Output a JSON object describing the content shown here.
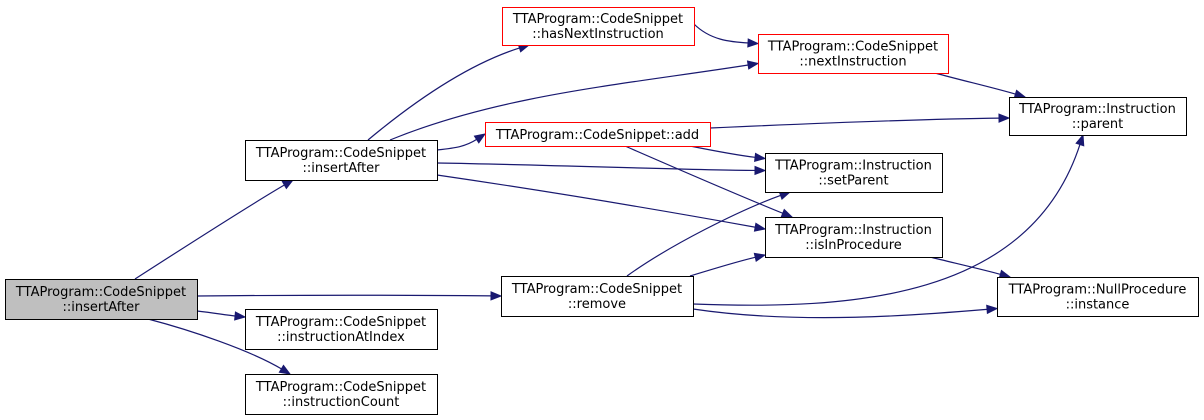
{
  "colors": {
    "edge": "#191970",
    "node_border": "#000000",
    "highlight_border": "#ff0000",
    "focus_fill": "#bfbfbf",
    "node_fill": "#ffffff"
  },
  "nodes": {
    "root": {
      "line1": "TTAProgram::CodeSnippet",
      "line2": "::insertAfter",
      "style": "focus"
    },
    "insertAfter2": {
      "line1": "TTAProgram::CodeSnippet",
      "line2": "::insertAfter",
      "style": "normal"
    },
    "instructionAtIndex": {
      "line1": "TTAProgram::CodeSnippet",
      "line2": "::instructionAtIndex",
      "style": "normal"
    },
    "instructionCount": {
      "line1": "TTAProgram::CodeSnippet",
      "line2": "::instructionCount",
      "style": "normal"
    },
    "hasNextInstruction": {
      "line1": "TTAProgram::CodeSnippet",
      "line2": "::hasNextInstruction",
      "style": "highlight"
    },
    "add": {
      "line1": "TTAProgram::CodeSnippet::add",
      "line2": "",
      "style": "highlight"
    },
    "remove": {
      "line1": "TTAProgram::CodeSnippet",
      "line2": "::remove",
      "style": "normal"
    },
    "nextInstruction": {
      "line1": "TTAProgram::CodeSnippet",
      "line2": "::nextInstruction",
      "style": "highlight"
    },
    "setParent": {
      "line1": "TTAProgram::Instruction",
      "line2": "::setParent",
      "style": "normal"
    },
    "isInProcedure": {
      "line1": "TTAProgram::Instruction",
      "line2": "::isInProcedure",
      "style": "normal"
    },
    "parent": {
      "line1": "TTAProgram::Instruction",
      "line2": "::parent",
      "style": "normal"
    },
    "nullProcInstance": {
      "line1": "TTAProgram::NullProcedure",
      "line2": "::instance",
      "style": "normal"
    }
  },
  "edges": [
    [
      "root",
      "insertAfter2"
    ],
    [
      "root",
      "remove"
    ],
    [
      "root",
      "instructionAtIndex"
    ],
    [
      "root",
      "instructionCount"
    ],
    [
      "insertAfter2",
      "hasNextInstruction"
    ],
    [
      "insertAfter2",
      "nextInstruction"
    ],
    [
      "insertAfter2",
      "add"
    ],
    [
      "insertAfter2",
      "setParent"
    ],
    [
      "insertAfter2",
      "isInProcedure"
    ],
    [
      "hasNextInstruction",
      "nextInstruction"
    ],
    [
      "nextInstruction",
      "parent"
    ],
    [
      "add",
      "parent"
    ],
    [
      "add",
      "setParent"
    ],
    [
      "add",
      "isInProcedure"
    ],
    [
      "remove",
      "setParent"
    ],
    [
      "remove",
      "isInProcedure"
    ],
    [
      "remove",
      "parent"
    ],
    [
      "remove",
      "nullProcInstance"
    ],
    [
      "isInProcedure",
      "nullProcInstance"
    ]
  ]
}
